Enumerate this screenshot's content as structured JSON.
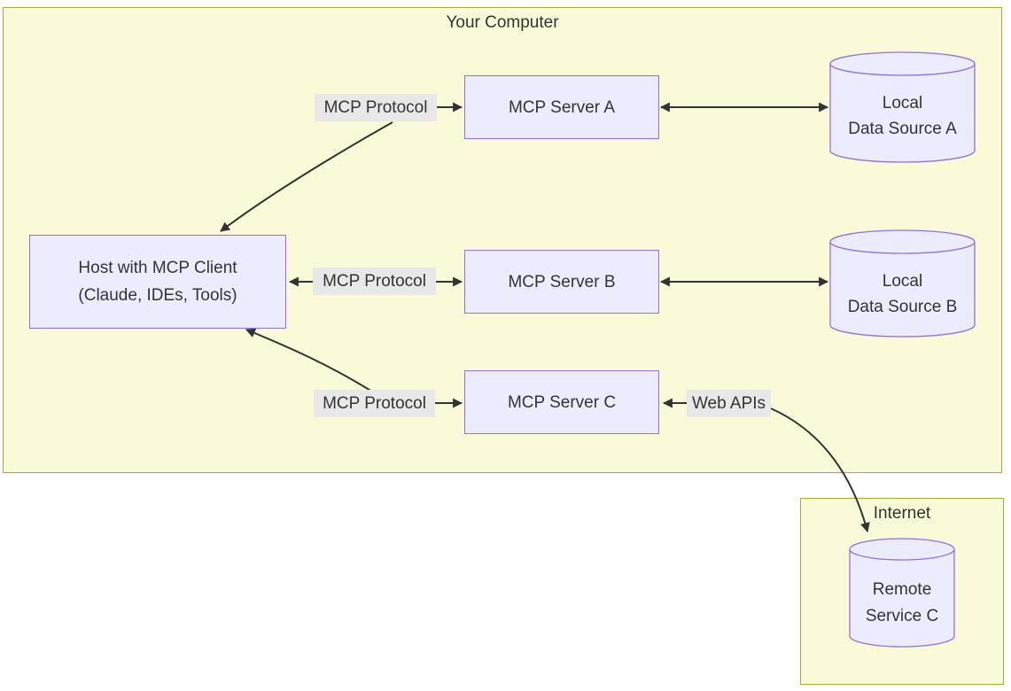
{
  "diagram": {
    "clusters": {
      "your_computer": {
        "title": "Your Computer"
      },
      "internet": {
        "title": "Internet"
      }
    },
    "nodes": {
      "host": {
        "line1": "Host with MCP Client",
        "line2": "(Claude, IDEs, Tools)"
      },
      "server_a": {
        "label": "MCP Server A"
      },
      "server_b": {
        "label": "MCP Server B"
      },
      "server_c": {
        "label": "MCP Server C"
      },
      "data_source_a": {
        "line1": "Local",
        "line2": "Data Source A"
      },
      "data_source_b": {
        "line1": "Local",
        "line2": "Data Source B"
      },
      "remote_service_c": {
        "line1": "Remote",
        "line2": "Service C"
      }
    },
    "edge_labels": {
      "protocol_a": "MCP Protocol",
      "protocol_b": "MCP Protocol",
      "protocol_c": "MCP Protocol",
      "web_apis": "Web APIs"
    },
    "colors": {
      "cluster_fill": "#fafad8",
      "cluster_border": "#aaaa33",
      "node_fill": "#ececff",
      "node_border": "#9370db",
      "edge_label_bg": "#e8e8e8",
      "text": "#333333",
      "arrow": "#333333",
      "canvas_bg": "#ffffff"
    }
  }
}
